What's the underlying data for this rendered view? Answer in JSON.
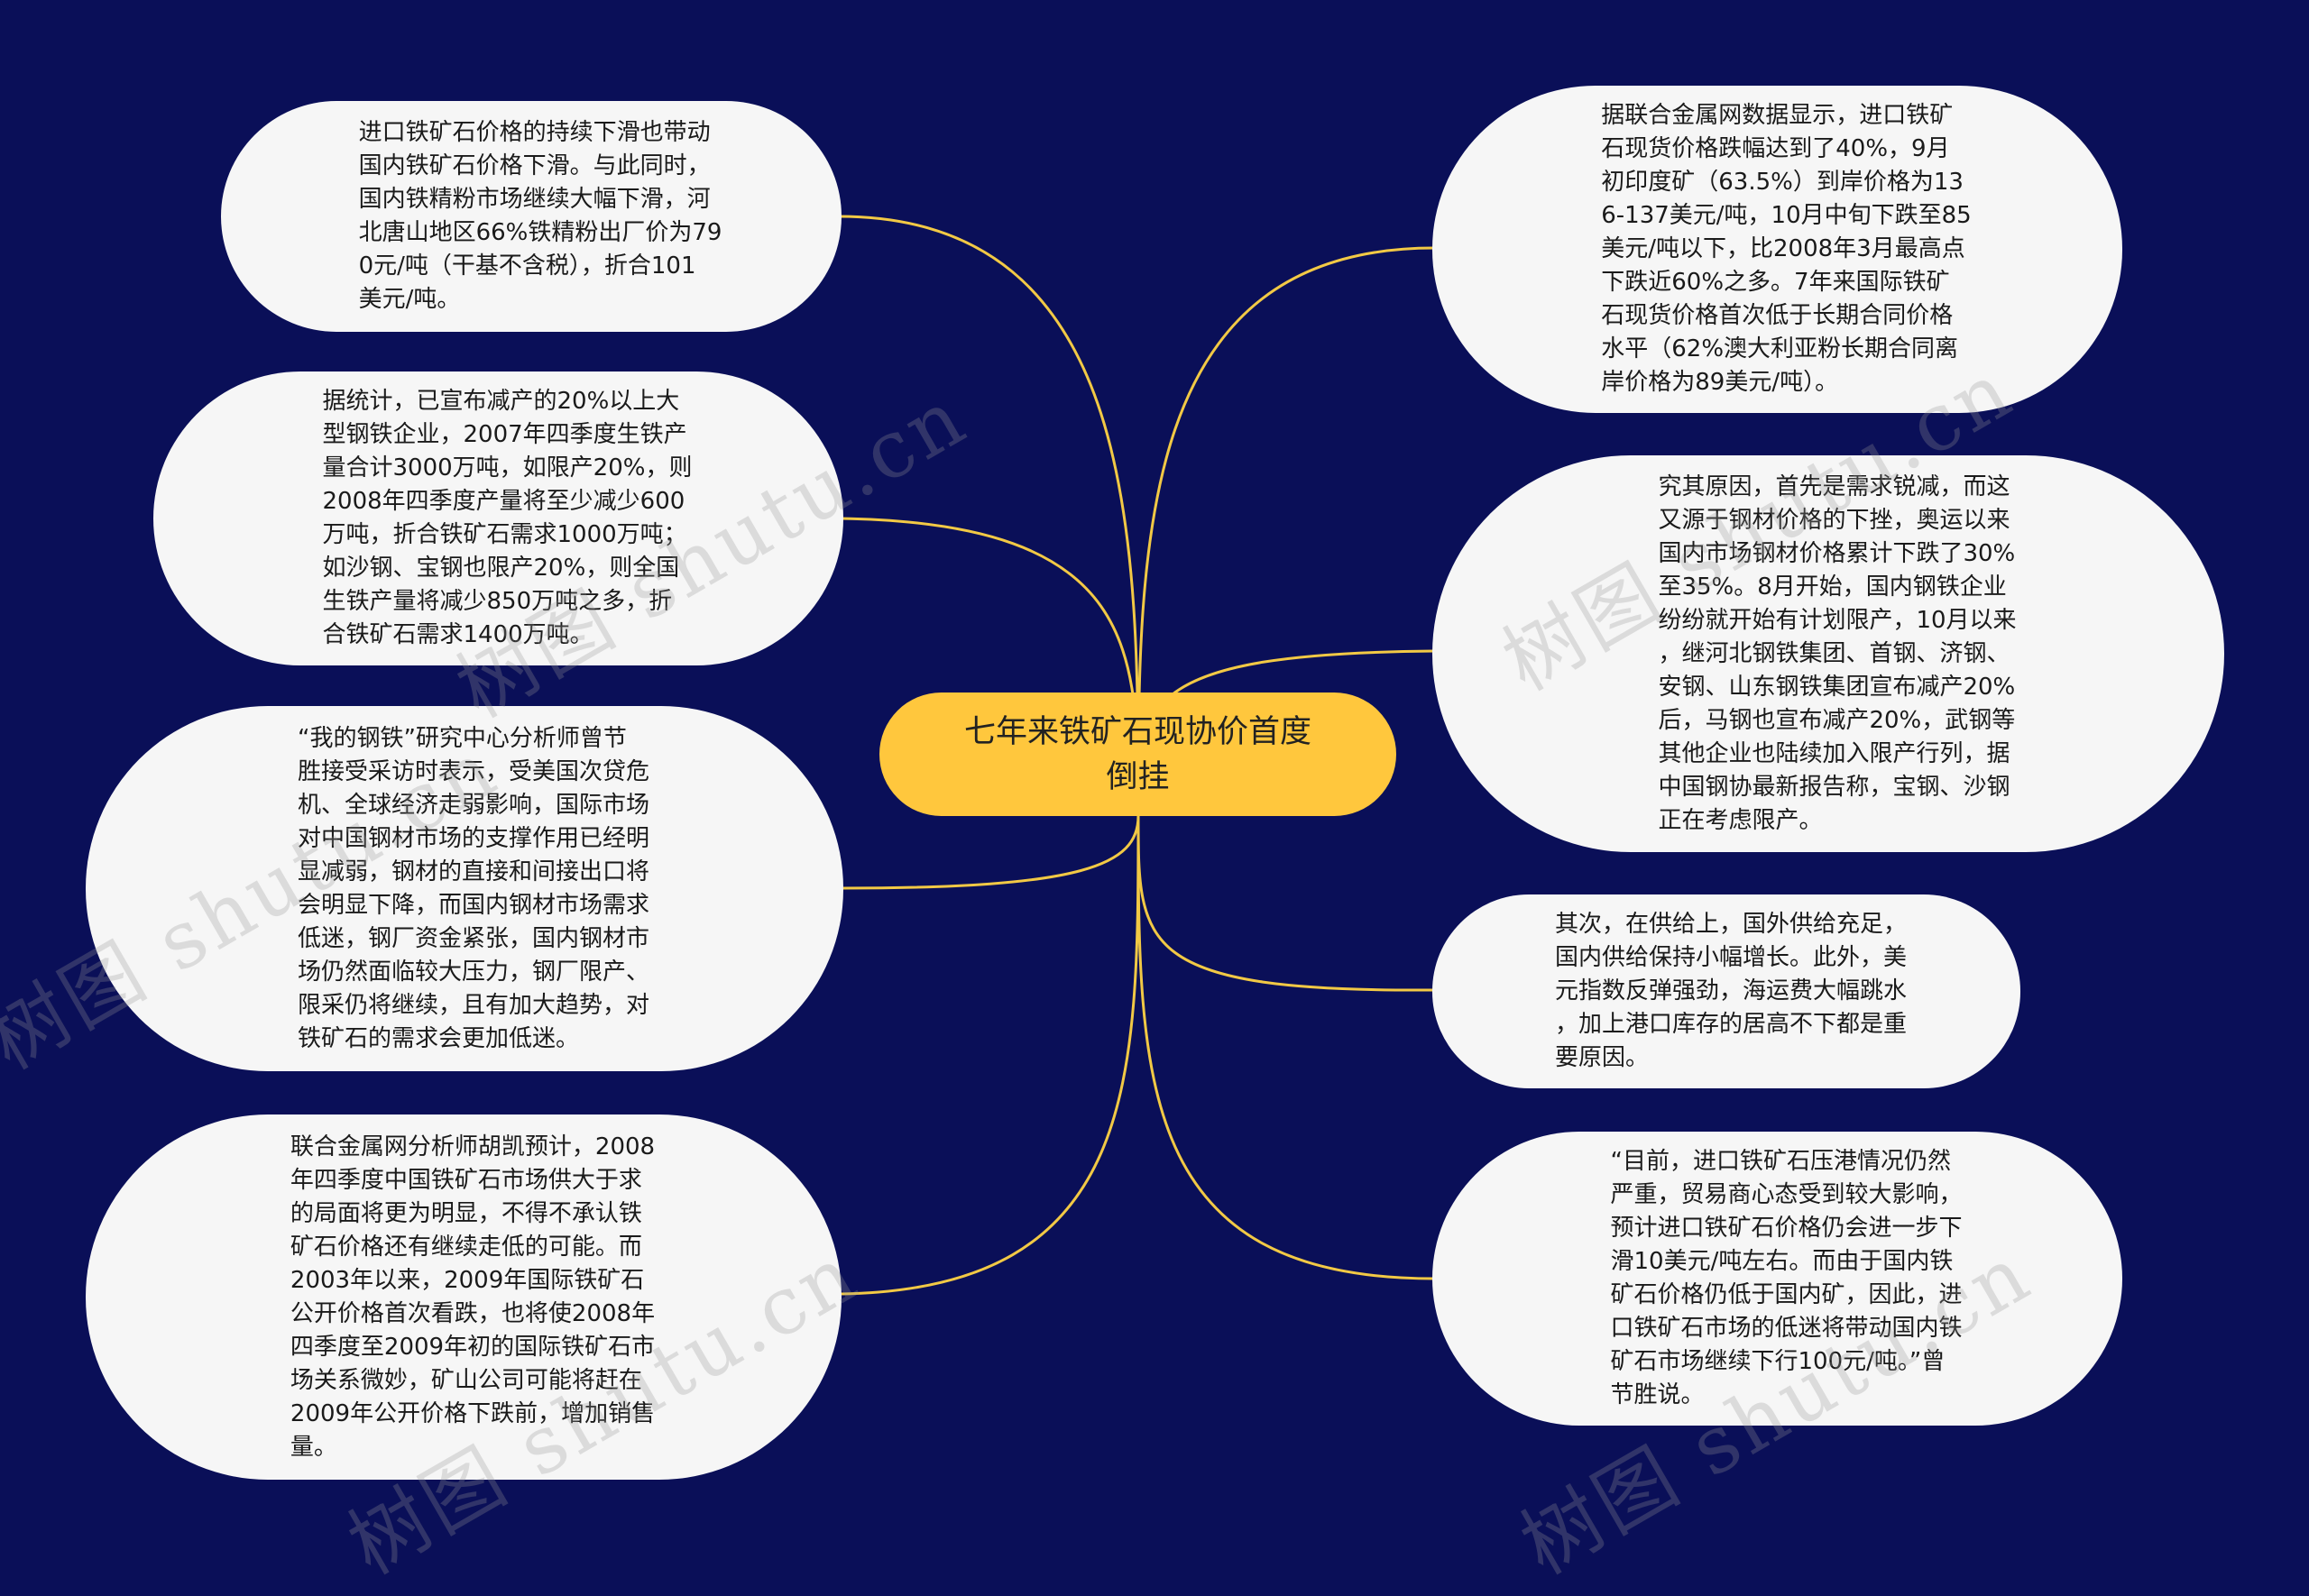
{
  "root": {
    "text": "七年来铁矿石现协价首度\n倒挂"
  },
  "left_nodes": [
    {
      "id": "L1",
      "text": "进口铁矿石价格的持续下滑也带动\n国内铁矿石价格下滑。与此同时，\n国内铁精粉市场继续大幅下滑，河\n北唐山地区66%铁精粉出厂价为79\n0元/吨（干基不含税），折合101\n美元/吨。"
    },
    {
      "id": "L2",
      "text": "据统计，已宣布减产的20%以上大\n型钢铁企业，2007年四季度生铁产\n量合计3000万吨，如限产20%，则\n2008年四季度产量将至少减少600\n万吨，折合铁矿石需求1000万吨；\n如沙钢、宝钢也限产20%，则全国\n生铁产量将减少850万吨之多，折\n合铁矿石需求1400万吨。"
    },
    {
      "id": "L3",
      "text": "“我的钢铁”研究中心分析师曾节\n胜接受采访时表示，受美国次贷危\n机、全球经济走弱影响，国际市场\n对中国钢材市场的支撑作用已经明\n显减弱，钢材的直接和间接出口将\n会明显下降，而国内钢材市场需求\n低迷，钢厂资金紧张，国内钢材市\n场仍然面临较大压力，钢厂限产、\n限采仍将继续，且有加大趋势，对\n铁矿石的需求会更加低迷。"
    },
    {
      "id": "L4",
      "text": "联合金属网分析师胡凯预计，2008\n年四季度中国铁矿石市场供大于求\n的局面将更为明显，不得不承认铁\n矿石价格还有继续走低的可能。而\n2003年以来，2009年国际铁矿石\n公开价格首次看跌，也将使2008年\n四季度至2009年初的国际铁矿石市\n场关系微妙，矿山公司可能将赶在\n2009年公开价格下跌前，增加销售\n量。"
    }
  ],
  "right_nodes": [
    {
      "id": "R1",
      "text": "据联合金属网数据显示，进口铁矿\n石现货价格跌幅达到了40%，9月\n初印度矿（63.5%）到岸价格为13\n6-137美元/吨，10月中旬下跌至85\n美元/吨以下，比2008年3月最高点\n下跌近60%之多。7年来国际铁矿\n石现货价格首次低于长期合同价格\n水平（62%澳大利亚粉长期合同离\n岸价格为89美元/吨）。"
    },
    {
      "id": "R2",
      "text": "究其原因，首先是需求锐减，而这\n又源于钢材价格的下挫，奥运以来\n国内市场钢材价格累计下跌了30%\n至35%。8月开始，国内钢铁企业\n纷纷就开始有计划限产，10月以来\n，继河北钢铁集团、首钢、济钢、\n安钢、山东钢铁集团宣布减产20%\n后，马钢也宣布减产20%，武钢等\n其他企业也陆续加入限产行列，据\n中国钢协最新报告称，宝钢、沙钢\n正在考虑限产。"
    },
    {
      "id": "R3",
      "text": "其次，在供给上，国外供给充足，\n国内供给保持小幅增长。此外，美\n元指数反弹强劲，海运费大幅跳水\n，加上港口库存的居高不下都是重\n要原因。"
    },
    {
      "id": "R4",
      "text": "“目前，进口铁矿石压港情况仍然\n严重，贸易商心态受到较大影响，\n预计进口铁矿石价格仍会进一步下\n滑10美元/吨左右。而由于国内铁\n矿石价格仍低于国内矿，因此，进\n口铁矿石市场的低迷将带动国内铁\n矿石市场继续下行100元/吨。”曾\n节胜说。"
    }
  ],
  "watermarks": [
    "树图 shutu.cn",
    "树图 shutu.cn",
    "树图 shutu.cn",
    "树图 shutu.cn",
    "树图 shutu.cn"
  ],
  "colors": {
    "background": "#0a0f58",
    "root_fill": "#ffc73d",
    "node_fill": "#f6f6f6",
    "link": "#f2c945"
  }
}
